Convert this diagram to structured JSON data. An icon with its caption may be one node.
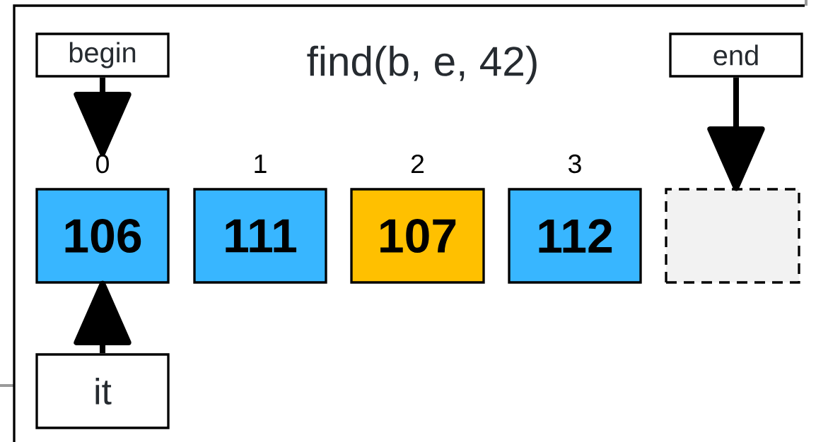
{
  "diagram": {
    "title": "find(b, e, 42)",
    "nodes": [
      {
        "text": [
          "begin"
        ]
      },
      {
        "text": [
          "end"
        ]
      },
      {
        "text": [
          "106"
        ],
        "beside": [
          "0"
        ]
      },
      {
        "text": [
          "111"
        ],
        "beside": [
          "1"
        ]
      },
      {
        "text": [
          "107"
        ],
        "beside": [
          "2"
        ]
      },
      {
        "text": [
          "112"
        ],
        "beside": [
          "3"
        ]
      },
      {
        "text": [],
        "shape": "box"
      },
      {
        "text": [
          "it"
        ]
      }
    ],
    "edges": [
      {
        "from": 0,
        "to": 2,
        "arrow": "to"
      },
      {
        "from": 1,
        "to": 6,
        "arrow": "to"
      },
      {
        "from": 7,
        "to": 2,
        "arrow": "to"
      }
    ]
  }
}
